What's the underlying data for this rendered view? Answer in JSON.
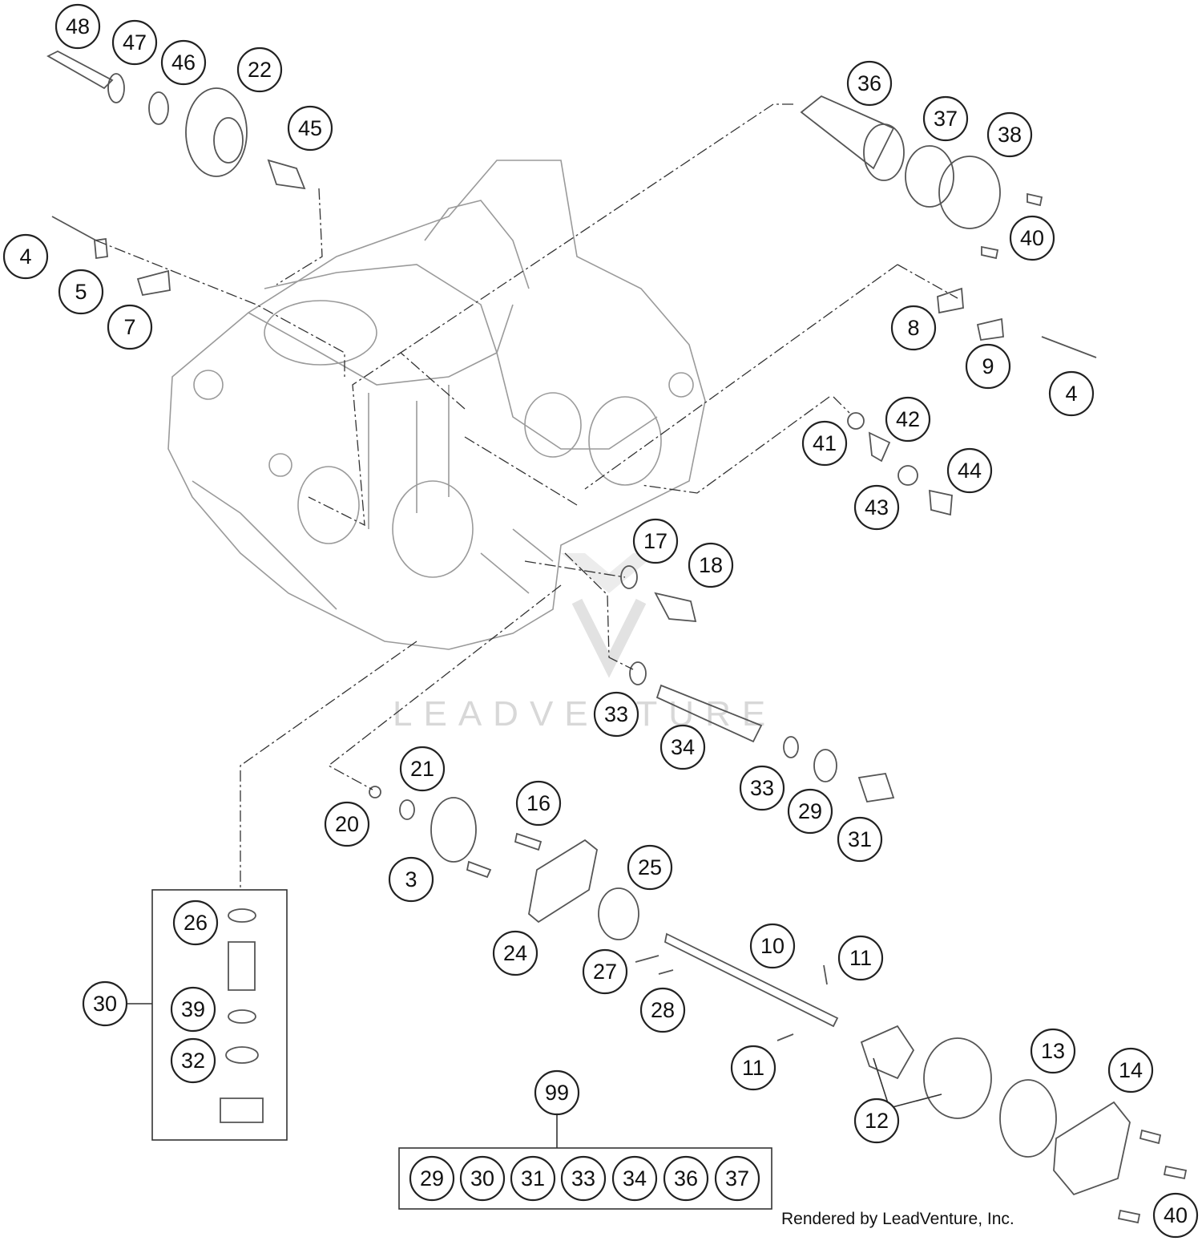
{
  "diagram": {
    "callouts": [
      "48",
      "47",
      "46",
      "22",
      "45",
      "4",
      "5",
      "7",
      "36",
      "37",
      "38",
      "40",
      "8",
      "9",
      "4",
      "41",
      "42",
      "44",
      "43",
      "17",
      "18",
      "33",
      "34",
      "33",
      "29",
      "31",
      "21",
      "20",
      "16",
      "3",
      "25",
      "24",
      "10",
      "11",
      "27",
      "28",
      "11",
      "12",
      "13",
      "14",
      "40",
      "26",
      "30",
      "39",
      "32",
      "99",
      "29",
      "30",
      "31",
      "33",
      "34",
      "36",
      "37"
    ],
    "watermark": "LEADVENTURE",
    "credit": "Rendered by LeadVenture, Inc."
  }
}
